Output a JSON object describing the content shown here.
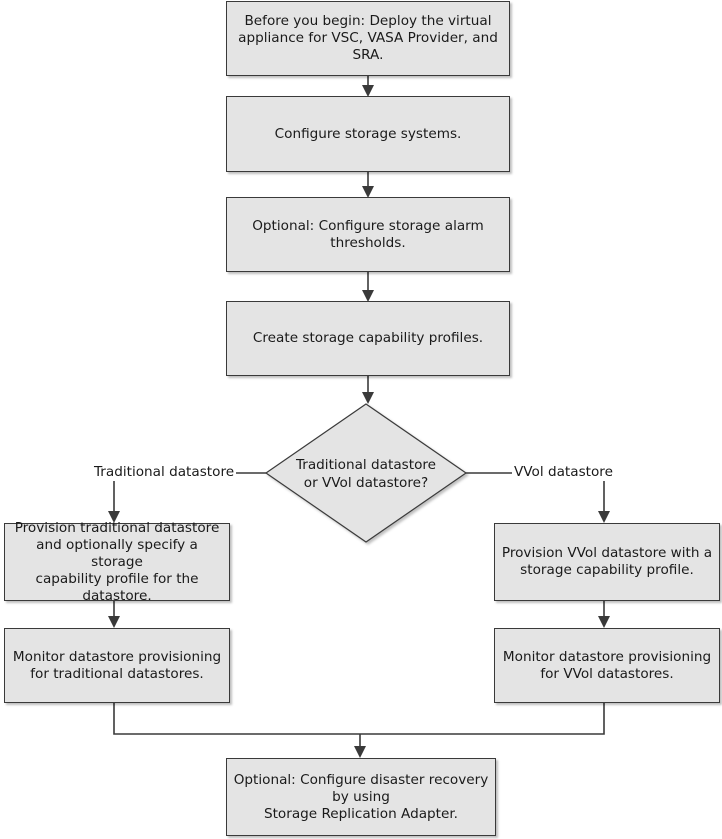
{
  "steps": {
    "deploy": "Before you begin: Deploy the virtual\nappliance for VSC, VASA Provider, and\nSRA.",
    "configure_storage": "Configure storage systems.",
    "alarm_thresholds": "Optional: Configure storage alarm\nthresholds.",
    "capability_profiles": "Create storage capability profiles.",
    "decision": "Traditional datastore\nor VVol datastore?",
    "provision_traditional": "Provision traditional datastore\nand optionally specify a storage\ncapability profile for the\ndatastore.",
    "monitor_traditional": "Monitor datastore provisioning\nfor traditional datastores.",
    "provision_vvol": "Provision VVol datastore with a\nstorage capability profile.",
    "monitor_vvol": "Monitor datastore provisioning\nfor VVol datastores.",
    "disaster_recovery": "Optional: Configure disaster recovery\nby using\nStorage Replication Adapter."
  },
  "branches": {
    "left": "Traditional datastore",
    "right": "VVol datastore"
  },
  "colors": {
    "box_fill": "#e4e4e4",
    "line": "#3a3a3a",
    "background": "#ffffff"
  }
}
